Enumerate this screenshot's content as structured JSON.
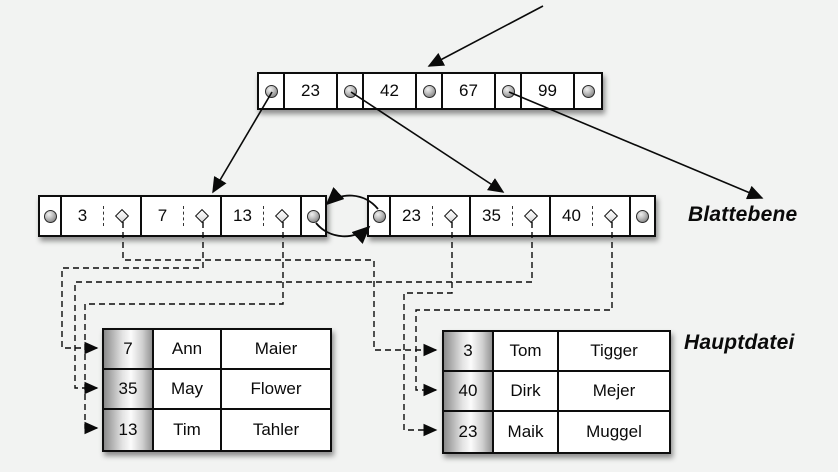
{
  "root_node": {
    "keys": [
      "23",
      "42",
      "67",
      "99"
    ]
  },
  "leaf_level": {
    "label": "Blattebene",
    "left_node": {
      "keys": [
        "3",
        "7",
        "13"
      ]
    },
    "right_node": {
      "keys": [
        "23",
        "35",
        "40"
      ]
    }
  },
  "main_file": {
    "label": "Hauptdatei",
    "left_table": {
      "rows": [
        [
          "7",
          "Ann",
          "Maier"
        ],
        [
          "35",
          "May",
          "Flower"
        ],
        [
          "13",
          "Tim",
          "Tahler"
        ]
      ]
    },
    "right_table": {
      "rows": [
        [
          "3",
          "Tom",
          "Tigger"
        ],
        [
          "40",
          "Dirk",
          "Mejer"
        ],
        [
          "23",
          "Maik",
          "Muggel"
        ]
      ]
    }
  },
  "icons": {
    "pointer": "pointer-circle-icon",
    "record_reference": "diamond-icon"
  },
  "colors": {
    "background": "#f2f3f2",
    "line": "#0a0a0a",
    "node_fill": "#ffffff",
    "key_column_gradient_edge": "#8b8b8b",
    "key_column_gradient_mid": "#fbfbfb"
  }
}
